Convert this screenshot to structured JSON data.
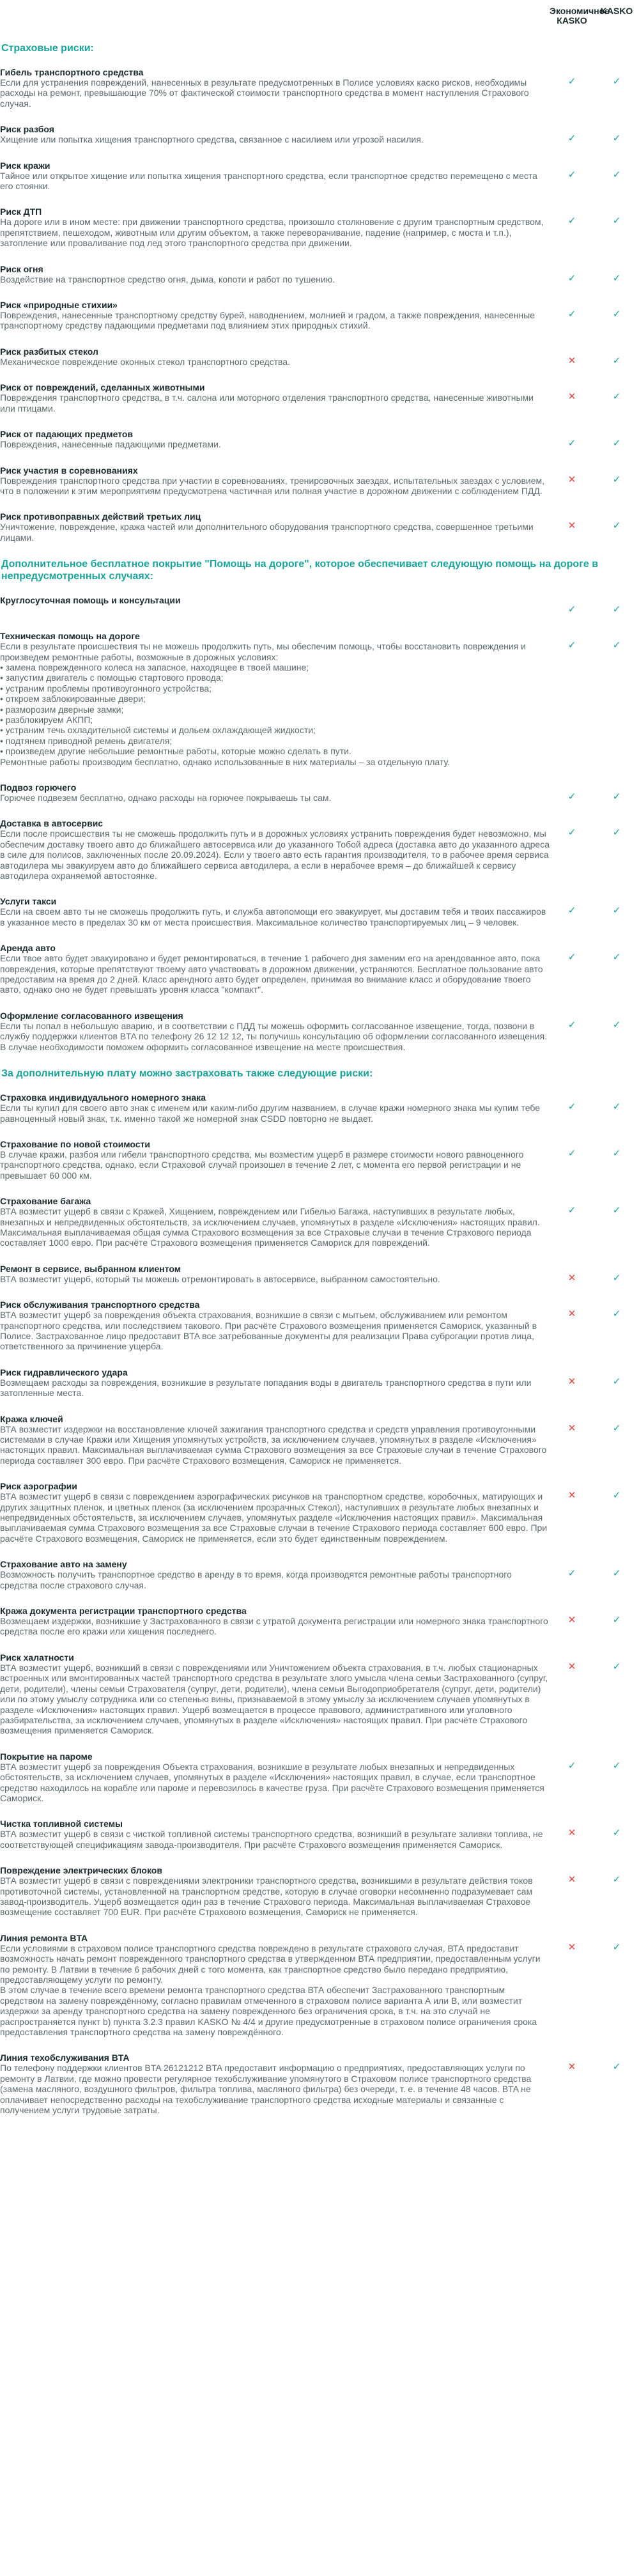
{
  "columns": {
    "economy": "Экономичное КАSКО",
    "kasko": "KASKO"
  },
  "colors": {
    "accent": "#1aa39b",
    "yes": "#1aa39b",
    "no": "#e0483f"
  },
  "sections": [
    {
      "heading": "Страховые риски:",
      "rows": [
        {
          "title": "Гибель транспортного средства",
          "desc": "Если для устранения повреждений, нанесенных в результате предусмотренных в Полисе условиях каско рисков, необходимы расходы на ремонт, превышающие 70% от фактической стоимости транспортного средства в момент наступления Страхового случая.",
          "eco": "check",
          "kasko": "check"
        },
        {
          "title": "Риск разбоя",
          "desc": "Хищение или попытка хищения транспортного средства, связанное с насилием или угрозой насилия.",
          "eco": "check",
          "kasko": "check"
        },
        {
          "title": "Риск кражи",
          "desc": "Тайное или открытое хищение или попытка хищения транспортного средства, если транспортное средство перемещено с места его стоянки.",
          "eco": "check",
          "kasko": "check"
        },
        {
          "title": "Риск ДТП",
          "desc": "На дороге или в ином месте: при движении транспортного средства, произошло столкновение с другим транспортным средством, препятствием, пешеходом, животным или другим объектом, а также переворачивание, падение (например, с моста и т.п.), затопление или проваливание под лед этого транспортного средства при движении.",
          "eco": "check",
          "kasko": "check"
        },
        {
          "title": "Риск огня",
          "desc": "Воздействие на транспортное средство огня, дыма, копоти и работ по тушению.",
          "eco": "check",
          "kasko": "check"
        },
        {
          "title": "Риск «природные стихии»",
          "desc": "Повреждения, нанесенные транспортному средству бурей, наводнением, молнией и градом, а также повреждения, нанесенные транспортному средству падающими предметами под влиянием этих природных стихий.",
          "eco": "check",
          "kasko": "check"
        },
        {
          "title": "Риск разбитых стекол",
          "desc": "Механическое повреждение оконных стекол транспортного средства.",
          "eco": "cross",
          "kasko": "check"
        },
        {
          "title": "Риск от повреждений, сделанных животными",
          "desc": "Повреждения транспортного средства, в т.ч. салона или моторного отделения транспортного средства, нанесенные животными или птицами.",
          "eco": "cross",
          "kasko": "check"
        },
        {
          "title": "Риск от падающих предметов",
          "desc": "Повреждения, нанесенные падающими предметами.",
          "eco": "check",
          "kasko": "check"
        },
        {
          "title": "Риск участия в соревнованиях",
          "desc": "Повреждения транспортного средства при участии в соревнованиях, тренировочных заездах, испытательных заездах с условием, что в положении к этим мероприятиям предусмотрена частичная или полная участие в дорожном движении с соблюдением ПДД.",
          "eco": "cross",
          "kasko": "check"
        },
        {
          "title": "Риск противоправных действий третьих лиц",
          "desc": "Уничтожение, повреждение, кража частей или дополнительного оборудования транспортного средства, совершенное третьими лицами.",
          "eco": "cross",
          "kasko": "check"
        }
      ]
    },
    {
      "heading": "Дополнительное бесплатное покрытие \"Помощь на дороге\", которое обеспечивает следующую помощь на дороге в непредусмотренных случаях:",
      "rows": [
        {
          "title": "Круглосуточная помощь и консультации",
          "desc": "",
          "eco": "check",
          "kasko": "check"
        },
        {
          "title": "Техническая помощь на дороге",
          "desc": "Если в результате происшествия ты не можешь продолжить путь, мы обеспечим помощь, чтобы восстановить повреждения и произведем ремонтные работы, возможные в дорожных условиях:\n• замена поврежденного колеса на запасное, находящее в твоей машине;\n• запустим двигатель с помощью стартового провода;\n• устраним проблемы противоугонного устройства;\n• откроем заблокированные двери;\n• разморозим дверные замки;\n• разблокируем АКПП;\n• устраним течь охладительной системы и дольем охлаждающей жидкости;\n• подтянем приводной ремень двигателя;\n• произведем другие небольшие ремонтные работы, которые можно сделать в пути.\nРемонтные работы производим бесплатно, однако использованные в них материалы – за отдельную плату.",
          "eco": "check",
          "kasko": "check"
        },
        {
          "title": "Подвоз горючего",
          "desc": "Горючее подвезем бесплатно, однако расходы на горючее покрываешь ты сам.",
          "eco": "check",
          "kasko": "check"
        },
        {
          "title": "Доставка в автосервис",
          "desc": "Если после происшествия ты не сможешь продолжить путь и в дорожных условиях устранить повреждения будет невозможно, мы обеспечим доставку твоего авто до ближайшего автосервиса или до указанного Тобой адреса (доставка авто до указанного адреса в силе для полисов, заключенных после 20.09.2024). Если у твоего авто есть гарантия производителя, то в рабочее время сервиса автодилера мы эвакуируем авто до ближайшего сервиса автодилера, а если в нерабочее время – до ближайшей к сервису автодилера охраняемой автостоянке.",
          "eco": "check",
          "kasko": "check"
        },
        {
          "title": "Услуги такси",
          "desc": "Если на своем авто ты не сможешь продолжить путь, и служба автопомощи его эвакуирует, мы доставим тебя и твоих пассажиров в указанное место в пределах 30 км от места происшествия. Максимальное количество транспортируемых лиц – 9 человек.",
          "eco": "check",
          "kasko": "check"
        },
        {
          "title": "Аренда авто",
          "desc": "Если твое авто будет эвакуировано и будет ремонтироваться, в течение 1 рабочего дня заменим его на арендованное авто, пока повреждения, которые препятствуют твоему авто участвовать в дорожном движении, устраняются. Бесплатное пользование авто предоставим на время до 2 дней. Класс арендного авто будет определен, принимая во внимание класс и оборудование твоего авто, однако оно не будет превышать уровня класса \"компакт\".",
          "eco": "check",
          "kasko": "check"
        },
        {
          "title": "Оформление согласованного извещения",
          "desc": "Если ты попал в небольшую аварию, и в соответствии с ПДД ты можешь оформить согласованное извещение, тогда, позвони в службу поддержки клиентов BTA по телефону 26 12 12 12, ты получишь консультацию об оформлении согласованного извещения. В случае необходимости поможем оформить согласованное извещение на месте происшествия.",
          "eco": "check",
          "kasko": "check"
        }
      ]
    },
    {
      "heading": "За дополнительную плату можно застраховать также следующие риски:",
      "rows": [
        {
          "title": "Страховка индивидуального номерного знака",
          "desc": "Если ты купил для своего авто знак с именем или каким-либо другим названием, в случае кражи номерного знака мы купим тебе равноценный новый знак, т.к. именно такой же номерной знак CSDD повторно не выдает.",
          "eco": "check",
          "kasko": "check"
        },
        {
          "title": "Страхование по новой стоимости",
          "desc": "В случае кражи, разбоя или гибели транспортного средства, мы возместим ущерб в размере стоимости нового равноценного транспортного средства, однако, если Страховой случай произошел в течение 2 лет, с момента его первой регистрации и не превышает 60 000 км.",
          "eco": "check",
          "kasko": "check"
        },
        {
          "title": "Страхование багажа",
          "desc": "ВТА возместит ущерб в связи с Кражей, Хищением, повреждением или Гибелью Багажа, наступивших в результате любых, внезапных и непредвиденных обстоятельств, за исключением случаев, упомянутых в разделе «Исключения» настоящих правил. Максимальная выплачиваемая общая сумма Страхового возмещения за все Страховые случаи в течение Страхового периода составляет 1000 евро. При расчёте Страхового возмещения применяется Самориск для повреждений.",
          "eco": "check",
          "kasko": "check"
        },
        {
          "title": "Ремонт в сервисе, выбранном клиентом",
          "desc": "ВТА возместит ущерб, который ты можешь отремонтировать в автосервисе, выбранном самостоятельно.",
          "eco": "cross",
          "kasko": "check"
        },
        {
          "title": "Риск обслуживания транспортного средства",
          "desc": "ВТА возместит ущерб за повреждения объекта страхования, возникшие в связи с мытьем, обслуживанием или ремонтом транспортного средства, или последствием такового. При расчёте Страхового возмещения применяется Самориск, указанный в Полисе. Застрахованное лицо предоставит BTA все затребованные документы для реализации Права суброгации против лица, ответственного за причинение ущерба.",
          "eco": "cross",
          "kasko": "check"
        },
        {
          "title": "Риск гидравлического удара",
          "desc": "Возмещаем расходы за повреждения, возникшие в результате попадания воды в двигатель транспортного средства в пути или затопленные места.",
          "eco": "cross",
          "kasko": "check"
        },
        {
          "title": "Кража ключей",
          "desc": "ВТА возместит издержки на восстановление ключей зажигания транспортного средства и средств управления противоугонными системами в случае Кражи или Хищения упомянутых устройств, за исключением случаев, упомянутых в разделе «Исключения» настоящих правил. Максимальная выплачиваемая сумма Страхового возмещения за все Страховые случаи в течение Страхового периода составляет 300 евро. При расчёте Страхового возмещения, Самориск не применяется.",
          "eco": "cross",
          "kasko": "check"
        },
        {
          "title": "Риск аэрографии",
          "desc": "ВТА возместит ущерб в связи с повреждением аэрографических рисунков на транспортном средстве, коробочных, матирующих и других защитных пленок, и цветных пленок (за исключением прозрачных Стекол), наступивших в результате любых внезапных и непредвиденных обстоятельств, за исключением случаев, упомянутых разделе «Исключения настоящих правил». Максимальная выплачиваемая сумма Страхового возмещения за все Страховые случаи в течение Страхового периода составляет 600 евро. При расчёте Страхового возмещения, Самориск не применяется, если это будет единственным повреждением.",
          "eco": "cross",
          "kasko": "check"
        },
        {
          "title": "Страхование авто на замену",
          "desc": "Возможность получить транспортное средство в аренду в то время, когда производятся ремонтные работы транспортного средства после страхового случая.",
          "eco": "check",
          "kasko": "check"
        },
        {
          "title": "Кража документа регистрации транспортного средства",
          "desc": "Возмещаем издержки, возникшие у Застрахованного в связи с утратой документа регистрации или номерного знака транспортного средства после его кражи или хищения последнего.",
          "eco": "cross",
          "kasko": "check"
        },
        {
          "title": "Риск халатности",
          "desc": "ВТА возместит ущерб, возникший в связи с повреждениями или Уничтожением объекта страхования, в т.ч. любых стационарных встроенных или вмонтированных частей транспортного средства в результате злого умысла члена семьи Застрахованного (супруг, дети, родители), члены семьи Страхователя (супруг, дети, родители), члена семьи Выгодоприобретателя (супруг, дети, родители) или по этому умыслу сотрудника или со степенью вины, признаваемой в этому умыслу за исключением случаев упомянутых в разделе «Исключения» настоящих правил. Ущерб возмещается в процессе правового, административного или уголовного разбирательства, за исключением случаев, упомянутых в разделе «Исключения» настоящих правил. При расчёте Страхового возмещения применяется Самориск.",
          "eco": "cross",
          "kasko": "check"
        },
        {
          "title": "Покрытие на пароме",
          "desc": "ВТА возместит ущерб за повреждения Объекта страхования, возникшие в результате любых внезапных и непредвиденных обстоятельств, за исключением случаев, упомянутых в разделе «Исключения» настоящих правил, в случае, если транспортное средство находилось на корабле или пароме и перевозилось в качестве груза. При расчёте Страхового возмещения применяется Самориск.",
          "eco": "check",
          "kasko": "check"
        },
        {
          "title": "Чистка топливной системы",
          "desc": "ВТА возместит ущерб в связи с чисткой топливной системы транспортного средства, возникший в результате заливки топлива, не соответствующей спецификациям завода-производителя. При расчёте Страхового возмещения применяется Самориск.",
          "eco": "cross",
          "kasko": "check"
        },
        {
          "title": "Повреждение электрических блоков",
          "desc": "ВТА возместит ущерб в связи с повреждениями электроники транспортного средства, возникшими в результате действия токов противоточной системы, установленной на транспортном средстве, которую в случае оговорки несомненно подразумевает сам завод-производитель. Ущерб возмещается один раз в течение Страхового периода. Максимальная выплачиваемая Страховое возмещение составляет 700 EUR. При расчёте Страхового возмещения, Самориск не применяется.",
          "eco": "cross",
          "kasko": "check"
        },
        {
          "title": "Линия ремонта BTA",
          "desc": "Если условиями в страховом полисе транспортного средства повреждено в результате страхового случая, ВТА предоставит возможность начать ремонт поврежденного транспортного средства в утвержденном ВТА предприятии, предоставленным услуги по ремонту. В Латвии в течение 6 рабочих дней с того момента, как транспортное средство было передано предприятию, предоставляющему услуги по ремонту.\nВ этом случае в течение всего времени ремонта транспортного средства ВТА обеспечит Застрахованного транспортным средством на замену повреждённому, согласно правилам отмеченного в страховом полисе варианта А или В, или возместит издержки за аренду транспортного средства на замену поврежденного без ограничения срока, в т.ч. на это случай не распространяется пункт b) пункта 3.2.3 правил KASKO № 4/4 и другие предусмотренные в страховом полисе ограничения срока предоставления транспортного средства на замену повреждённого.",
          "eco": "cross",
          "kasko": "check"
        },
        {
          "title": "Линия техобслуживания BTA",
          "desc": "По телефону поддержки клиентов BTA 26121212 BTA предоставит информацию о предприятиях, предоставляющих услуги по ремонту в Латвии, где можно провести регулярное техобслуживание упомянутого в Страховом полисе транспортного средства (замена масляного, воздушного фильтров, фильтра топлива, масляного фильтра) без очереди, т. е. в течение 48 часов. BTA не оплачивает непосредственно расходы на техобслуживание транспортного средства исходные материалы и связанные с получением услуги трудовые затраты.",
          "eco": "cross",
          "kasko": "check"
        }
      ]
    }
  ]
}
